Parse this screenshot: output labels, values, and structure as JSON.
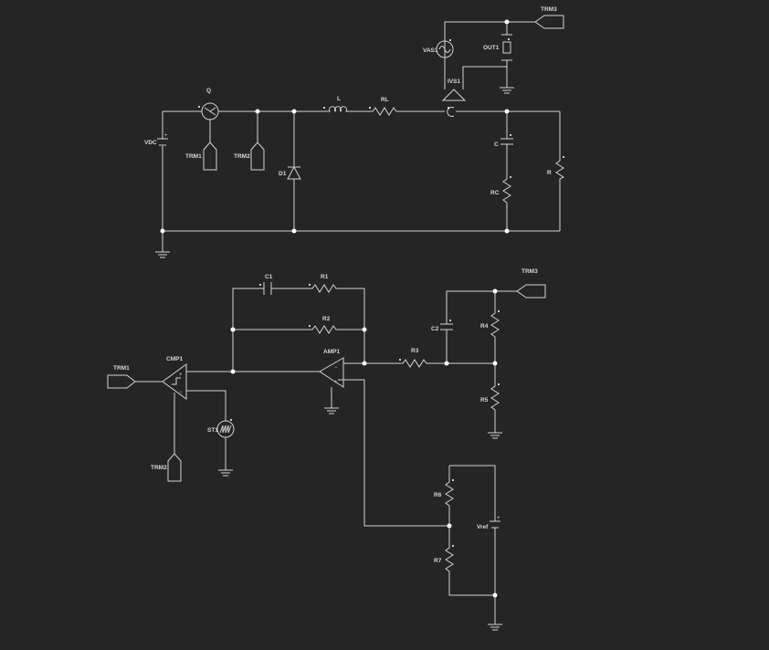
{
  "schematic": {
    "buck_converter": {
      "source": "VDC",
      "switch": "Q",
      "diode": "D1",
      "inductor": "L",
      "inductor_resistance": "RL",
      "capacitor": "C",
      "capacitor_resistance": "RC",
      "load": "R",
      "current_sensor": "IVS1",
      "voltage_sensor": "VAS1",
      "output_probe": "OUT1",
      "terminal_switch": "TRM1",
      "terminal_ref": "TRM2",
      "terminal_out": "TRM3"
    },
    "control_circuit": {
      "terminal_in": "TRM1",
      "terminal_ref": "TRM2",
      "terminal_out": "TRM3",
      "comparator": "CMP1",
      "sawtooth": "ST1",
      "amplifier": "AMP1",
      "c1": "C1",
      "r1": "R1",
      "r2": "R2",
      "r3": "R3",
      "c2": "C2",
      "r4": "R4",
      "r5": "R5",
      "r6": "R6",
      "r7": "R7",
      "vref": "Vref",
      "plus": "+",
      "minus": "−"
    }
  },
  "colors": {
    "background": "#252525",
    "wire": "#d2d2d2",
    "node": "#ffffff",
    "text": "#d8d8d8"
  }
}
